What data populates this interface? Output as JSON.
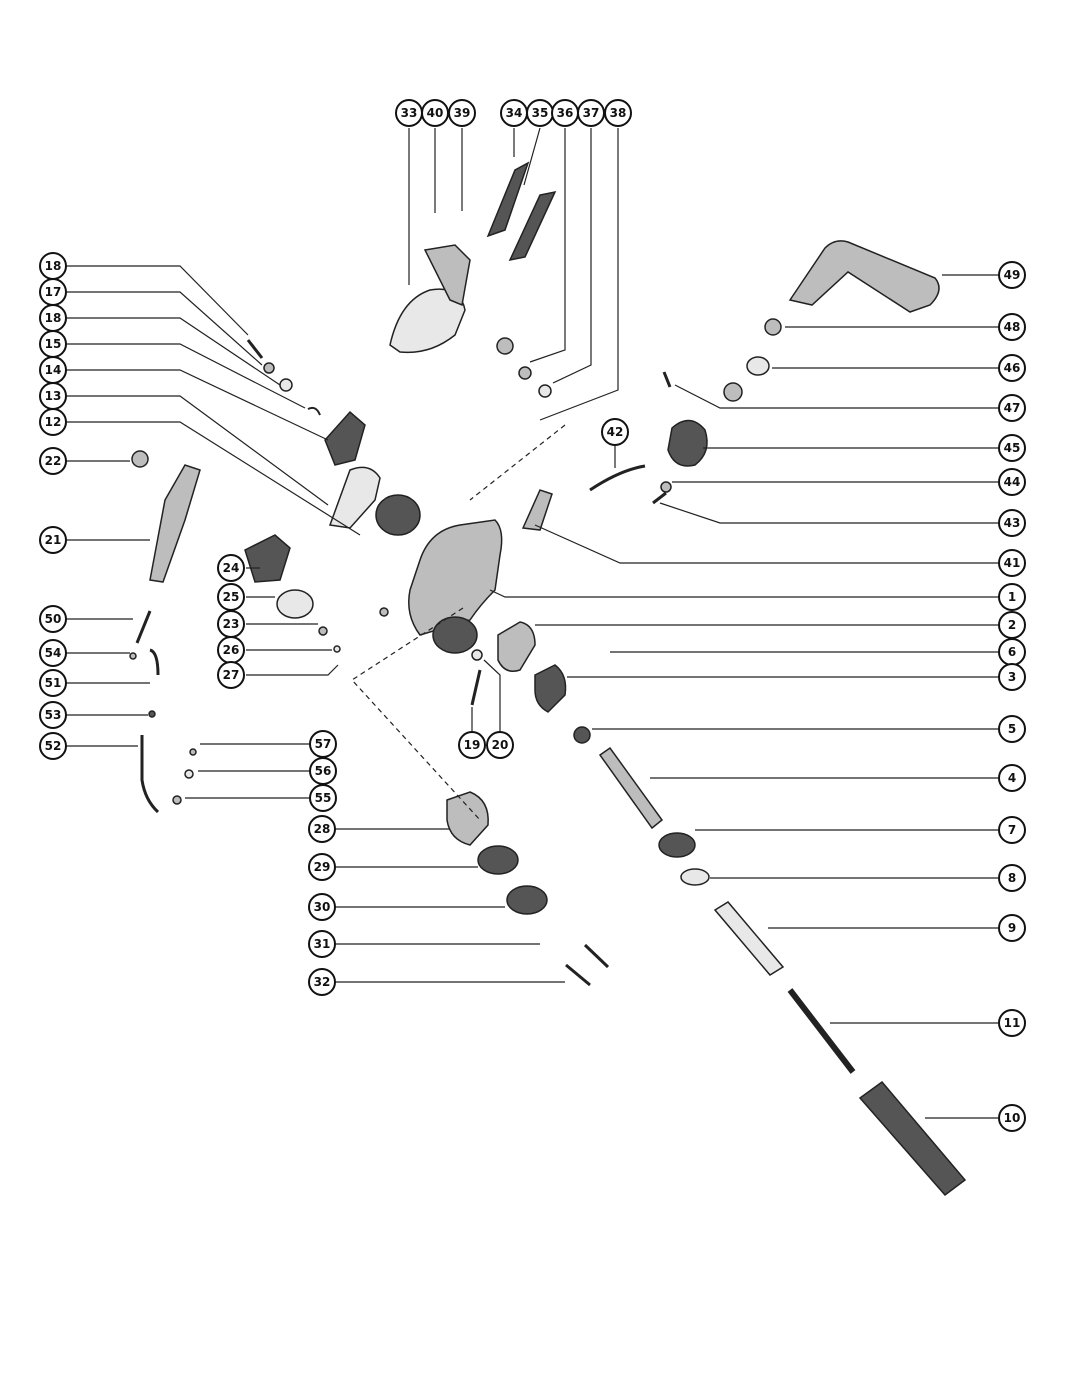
{
  "balloons": [
    {
      "id": "b33",
      "label": "33"
    },
    {
      "id": "b40",
      "label": "40"
    },
    {
      "id": "b39",
      "label": "39"
    },
    {
      "id": "b34",
      "label": "34"
    },
    {
      "id": "b35",
      "label": "35"
    },
    {
      "id": "b36",
      "label": "36"
    },
    {
      "id": "b37",
      "label": "37"
    },
    {
      "id": "b38",
      "label": "38"
    },
    {
      "id": "b18a",
      "label": "18"
    },
    {
      "id": "b17",
      "label": "17"
    },
    {
      "id": "b18b",
      "label": "18"
    },
    {
      "id": "b15",
      "label": "15"
    },
    {
      "id": "b14",
      "label": "14"
    },
    {
      "id": "b13",
      "label": "13"
    },
    {
      "id": "b12",
      "label": "12"
    },
    {
      "id": "b22",
      "label": "22"
    },
    {
      "id": "b21",
      "label": "21"
    },
    {
      "id": "b24",
      "label": "24"
    },
    {
      "id": "b25",
      "label": "25"
    },
    {
      "id": "b23",
      "label": "23"
    },
    {
      "id": "b26",
      "label": "26"
    },
    {
      "id": "b27",
      "label": "27"
    },
    {
      "id": "b50",
      "label": "50"
    },
    {
      "id": "b54",
      "label": "54"
    },
    {
      "id": "b51",
      "label": "51"
    },
    {
      "id": "b53",
      "label": "53"
    },
    {
      "id": "b52",
      "label": "52"
    },
    {
      "id": "b57",
      "label": "57"
    },
    {
      "id": "b56",
      "label": "56"
    },
    {
      "id": "b55",
      "label": "55"
    },
    {
      "id": "b19",
      "label": "19"
    },
    {
      "id": "b20",
      "label": "20"
    },
    {
      "id": "b28",
      "label": "28"
    },
    {
      "id": "b29",
      "label": "29"
    },
    {
      "id": "b30",
      "label": "30"
    },
    {
      "id": "b31",
      "label": "31"
    },
    {
      "id": "b32",
      "label": "32"
    },
    {
      "id": "b42",
      "label": "42"
    },
    {
      "id": "b49",
      "label": "49"
    },
    {
      "id": "b48",
      "label": "48"
    },
    {
      "id": "b46",
      "label": "46"
    },
    {
      "id": "b47",
      "label": "47"
    },
    {
      "id": "b45",
      "label": "45"
    },
    {
      "id": "b44",
      "label": "44"
    },
    {
      "id": "b43",
      "label": "43"
    },
    {
      "id": "b41",
      "label": "41"
    },
    {
      "id": "b1",
      "label": "1"
    },
    {
      "id": "b2",
      "label": "2"
    },
    {
      "id": "b6",
      "label": "6"
    },
    {
      "id": "b3",
      "label": "3"
    },
    {
      "id": "b5",
      "label": "5"
    },
    {
      "id": "b4",
      "label": "4"
    },
    {
      "id": "b7",
      "label": "7"
    },
    {
      "id": "b8",
      "label": "8"
    },
    {
      "id": "b9",
      "label": "9"
    },
    {
      "id": "b11",
      "label": "11"
    },
    {
      "id": "b10",
      "label": "10"
    }
  ]
}
